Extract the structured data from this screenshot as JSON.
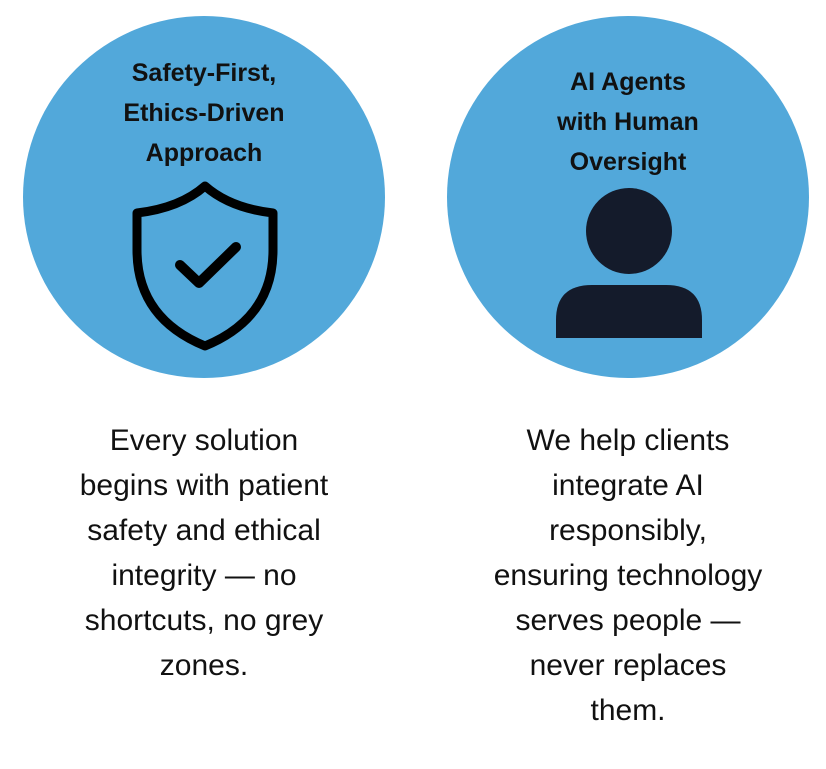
{
  "colors": {
    "circle": "#52A8DA",
    "icon": "#000000",
    "person": "#141B2B"
  },
  "cards": [
    {
      "title_lines": [
        "Safety-First,",
        "Ethics-Driven",
        "Approach"
      ],
      "icon": "shield-check-icon",
      "body_lines": [
        "Every solution",
        "begins with patient",
        "safety and ethical",
        "integrity — no",
        "shortcuts, no grey",
        "zones."
      ]
    },
    {
      "title_lines": [
        "AI Agents",
        "with Human",
        "Oversight"
      ],
      "icon": "person-icon",
      "body_lines": [
        "We help clients",
        "integrate AI",
        "responsibly,",
        "ensuring technology",
        "serves people —",
        "never replaces",
        "them."
      ]
    }
  ]
}
